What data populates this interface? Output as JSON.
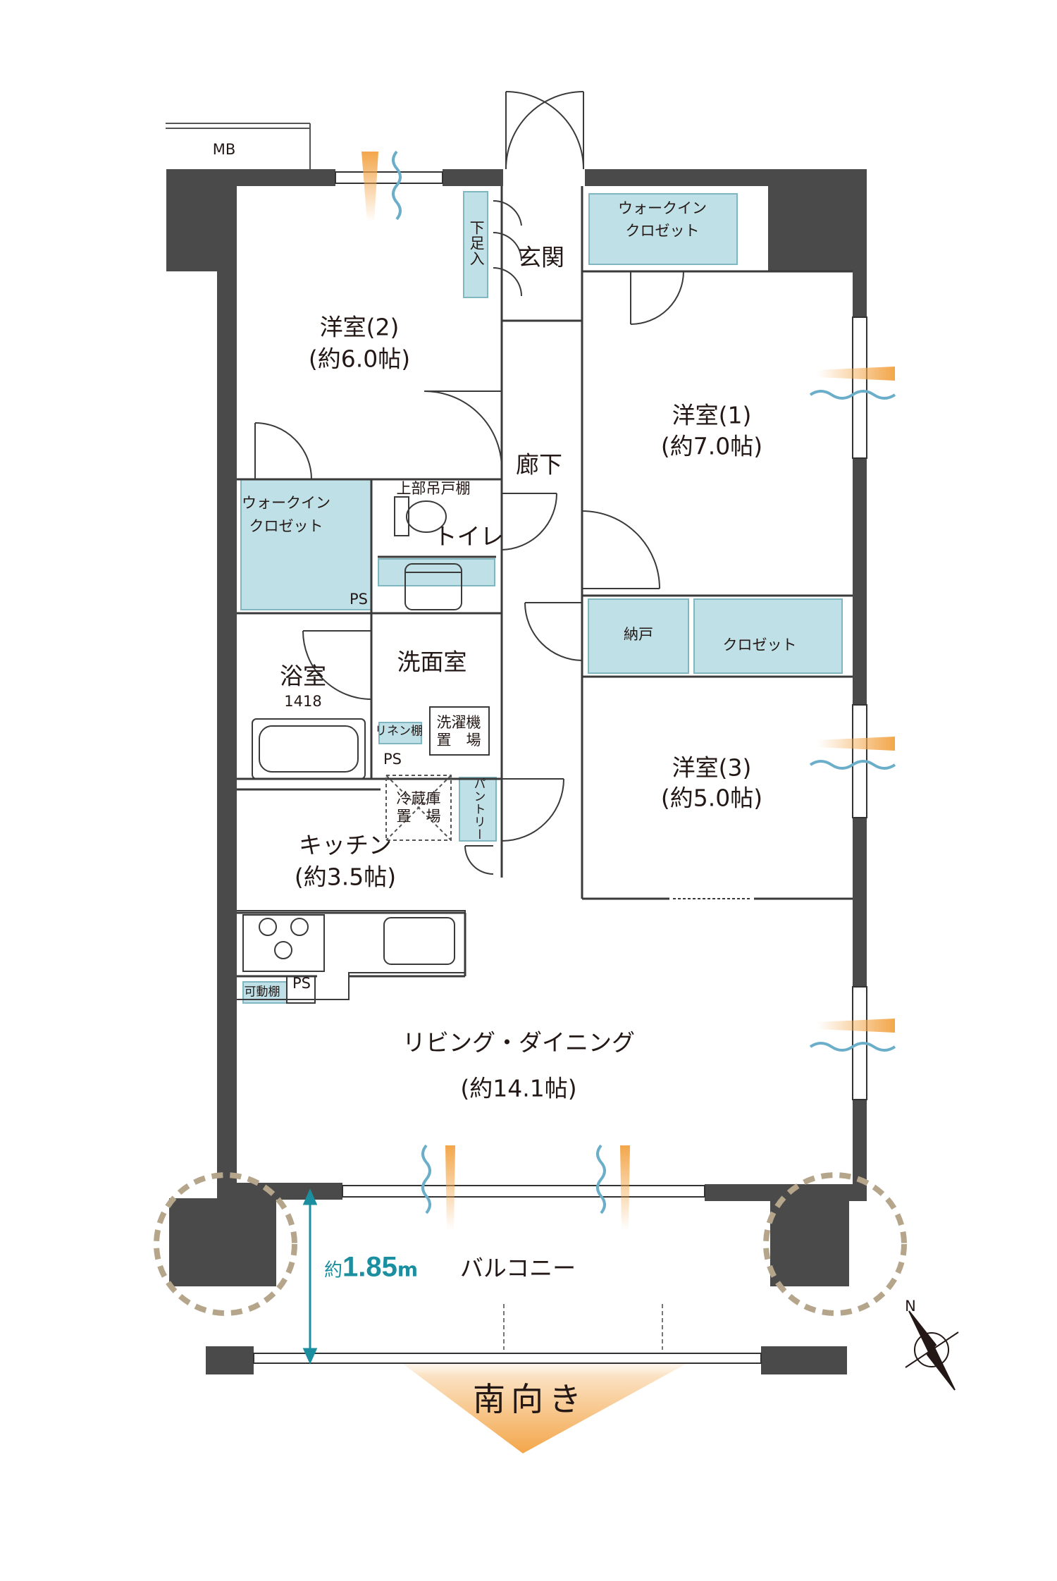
{
  "labels": {
    "mb": "MB",
    "genkan": "玄関",
    "getabako": "下足入",
    "room2": {
      "name": "洋室(2)",
      "area": "(約6.0帖)"
    },
    "room1": {
      "name": "洋室(1)",
      "area": "(約7.0帖)"
    },
    "room3": {
      "name": "洋室(3)",
      "area": "(約5.0帖)"
    },
    "wic_top": [
      "ウォークイン",
      "クロゼット"
    ],
    "wic_left": [
      "ウォークイン",
      "クロゼット"
    ],
    "corridor": "廊下",
    "upper_cabinet": "上部吊戸棚",
    "toilet": "トイレ",
    "ps_1": "PS",
    "ps_2": "PS",
    "ps_3": "PS",
    "washroom": "洗面室",
    "bath": {
      "name": "浴室",
      "size": "1418"
    },
    "linen": "リネン棚",
    "washer": [
      "洗濯機",
      "置　場"
    ],
    "storage": "納戸",
    "closet": "クロゼット",
    "pantry": "パントリー",
    "fridge": [
      "冷蔵庫",
      "置　場"
    ],
    "kitchen": {
      "name": "キッチン",
      "area": "(約3.5帖)"
    },
    "movable_shelf": "可動棚",
    "ldk": {
      "name": "リビング・ダイニング",
      "area": "(約14.1帖)"
    },
    "balcony": "バルコニー",
    "balcony_depth": {
      "prefix": "約",
      "value": "1.85",
      "unit": "m"
    },
    "facing": "南向き",
    "north": "N"
  },
  "colors": {
    "wall": "#4a4a4a",
    "storage_fill": "#bfe0e6",
    "storage_line": "#7fb6c0",
    "sun": "#f3a64a",
    "wind": "#6aaec9",
    "ring": "#b5a58a",
    "dimension": "#1b8fa0"
  }
}
